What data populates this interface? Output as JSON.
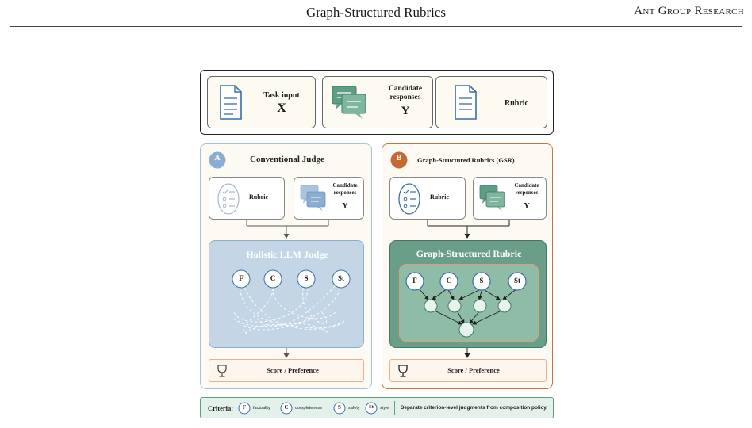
{
  "header": {
    "title": "Graph-Structured Rubrics",
    "org": "Ant Group Research"
  },
  "top_row": {
    "task_input": "Task input",
    "task_var": "X",
    "candidate": "Candidate responses",
    "candidate_var": "Y",
    "rubric": "Rubric"
  },
  "panel_a": {
    "badge": "A",
    "title": "Conventional Judge",
    "rubric": "Rubric",
    "candidate": "Candidate responses",
    "candidate_var": "Y",
    "judge": "Holistic LLM Judge",
    "score": "Score / Preference",
    "nodes": [
      "F",
      "C",
      "S",
      "St"
    ]
  },
  "panel_b": {
    "badge": "B",
    "title": "Graph-Structured Rubrics (GSR)",
    "rubric": "Rubric",
    "candidate": "Candidate responses",
    "candidate_var": "Y",
    "graph": "Graph-Structured Rubric",
    "score": "Score / Preference",
    "nodes": [
      "F",
      "C",
      "S",
      "St"
    ]
  },
  "legend": {
    "label": "Criteria:",
    "items": [
      {
        "key": "F",
        "text": "factuality"
      },
      {
        "key": "C",
        "text": "completeness"
      },
      {
        "key": "S",
        "text": "safety"
      },
      {
        "key": "St",
        "text": "style"
      }
    ],
    "note": "Separate criterion-level judgments from composition policy."
  },
  "colors": {
    "blue_doc": "#3a6ea5",
    "green": "#5e9e85",
    "panel_a_border": "#a8c1d8",
    "panel_b_border": "#c6743e",
    "judge_fill": "#c4d5e6",
    "graph_fill": "#6a9e88",
    "score_border": "#e2b58f"
  }
}
